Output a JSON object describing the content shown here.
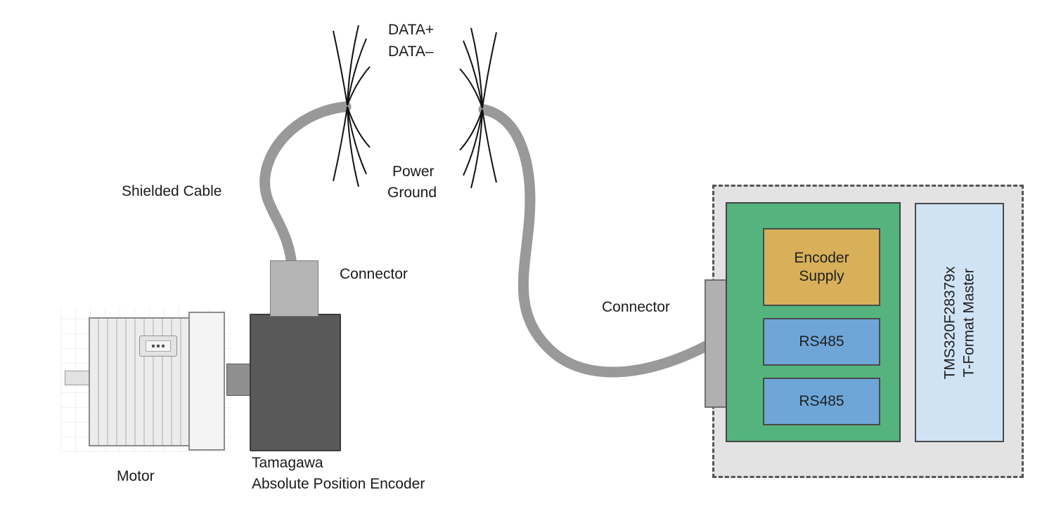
{
  "diagram": {
    "labels": {
      "data_plus": "DATA+",
      "data_minus": "DATA–",
      "power": "Power",
      "ground": "Ground",
      "shielded_cable": "Shielded Cable",
      "connector_left": "Connector",
      "connector_right": "Connector",
      "motor": "Motor",
      "encoder_line1": "Tamagawa",
      "encoder_line2": "Absolute Position Encoder"
    },
    "board": {
      "encoder_supply_line1": "Encoder",
      "encoder_supply_line2": "Supply",
      "rs485_top": "RS485",
      "rs485_bottom": "RS485",
      "tms_line1": "TMS320F28379x",
      "tms_line2": "T-Format Master"
    },
    "colors": {
      "cable": "#999999",
      "wire": "#111111",
      "board_background": "#e3e3e3",
      "green_board": "#55b47d",
      "encoder_supply_block": "#d8b05a",
      "rs485_block": "#6ea6d8",
      "tms_block": "#cfe3f5",
      "encoder_body": "#595959",
      "connector": "#b5b5b5",
      "motor_body": "#ececec"
    }
  }
}
